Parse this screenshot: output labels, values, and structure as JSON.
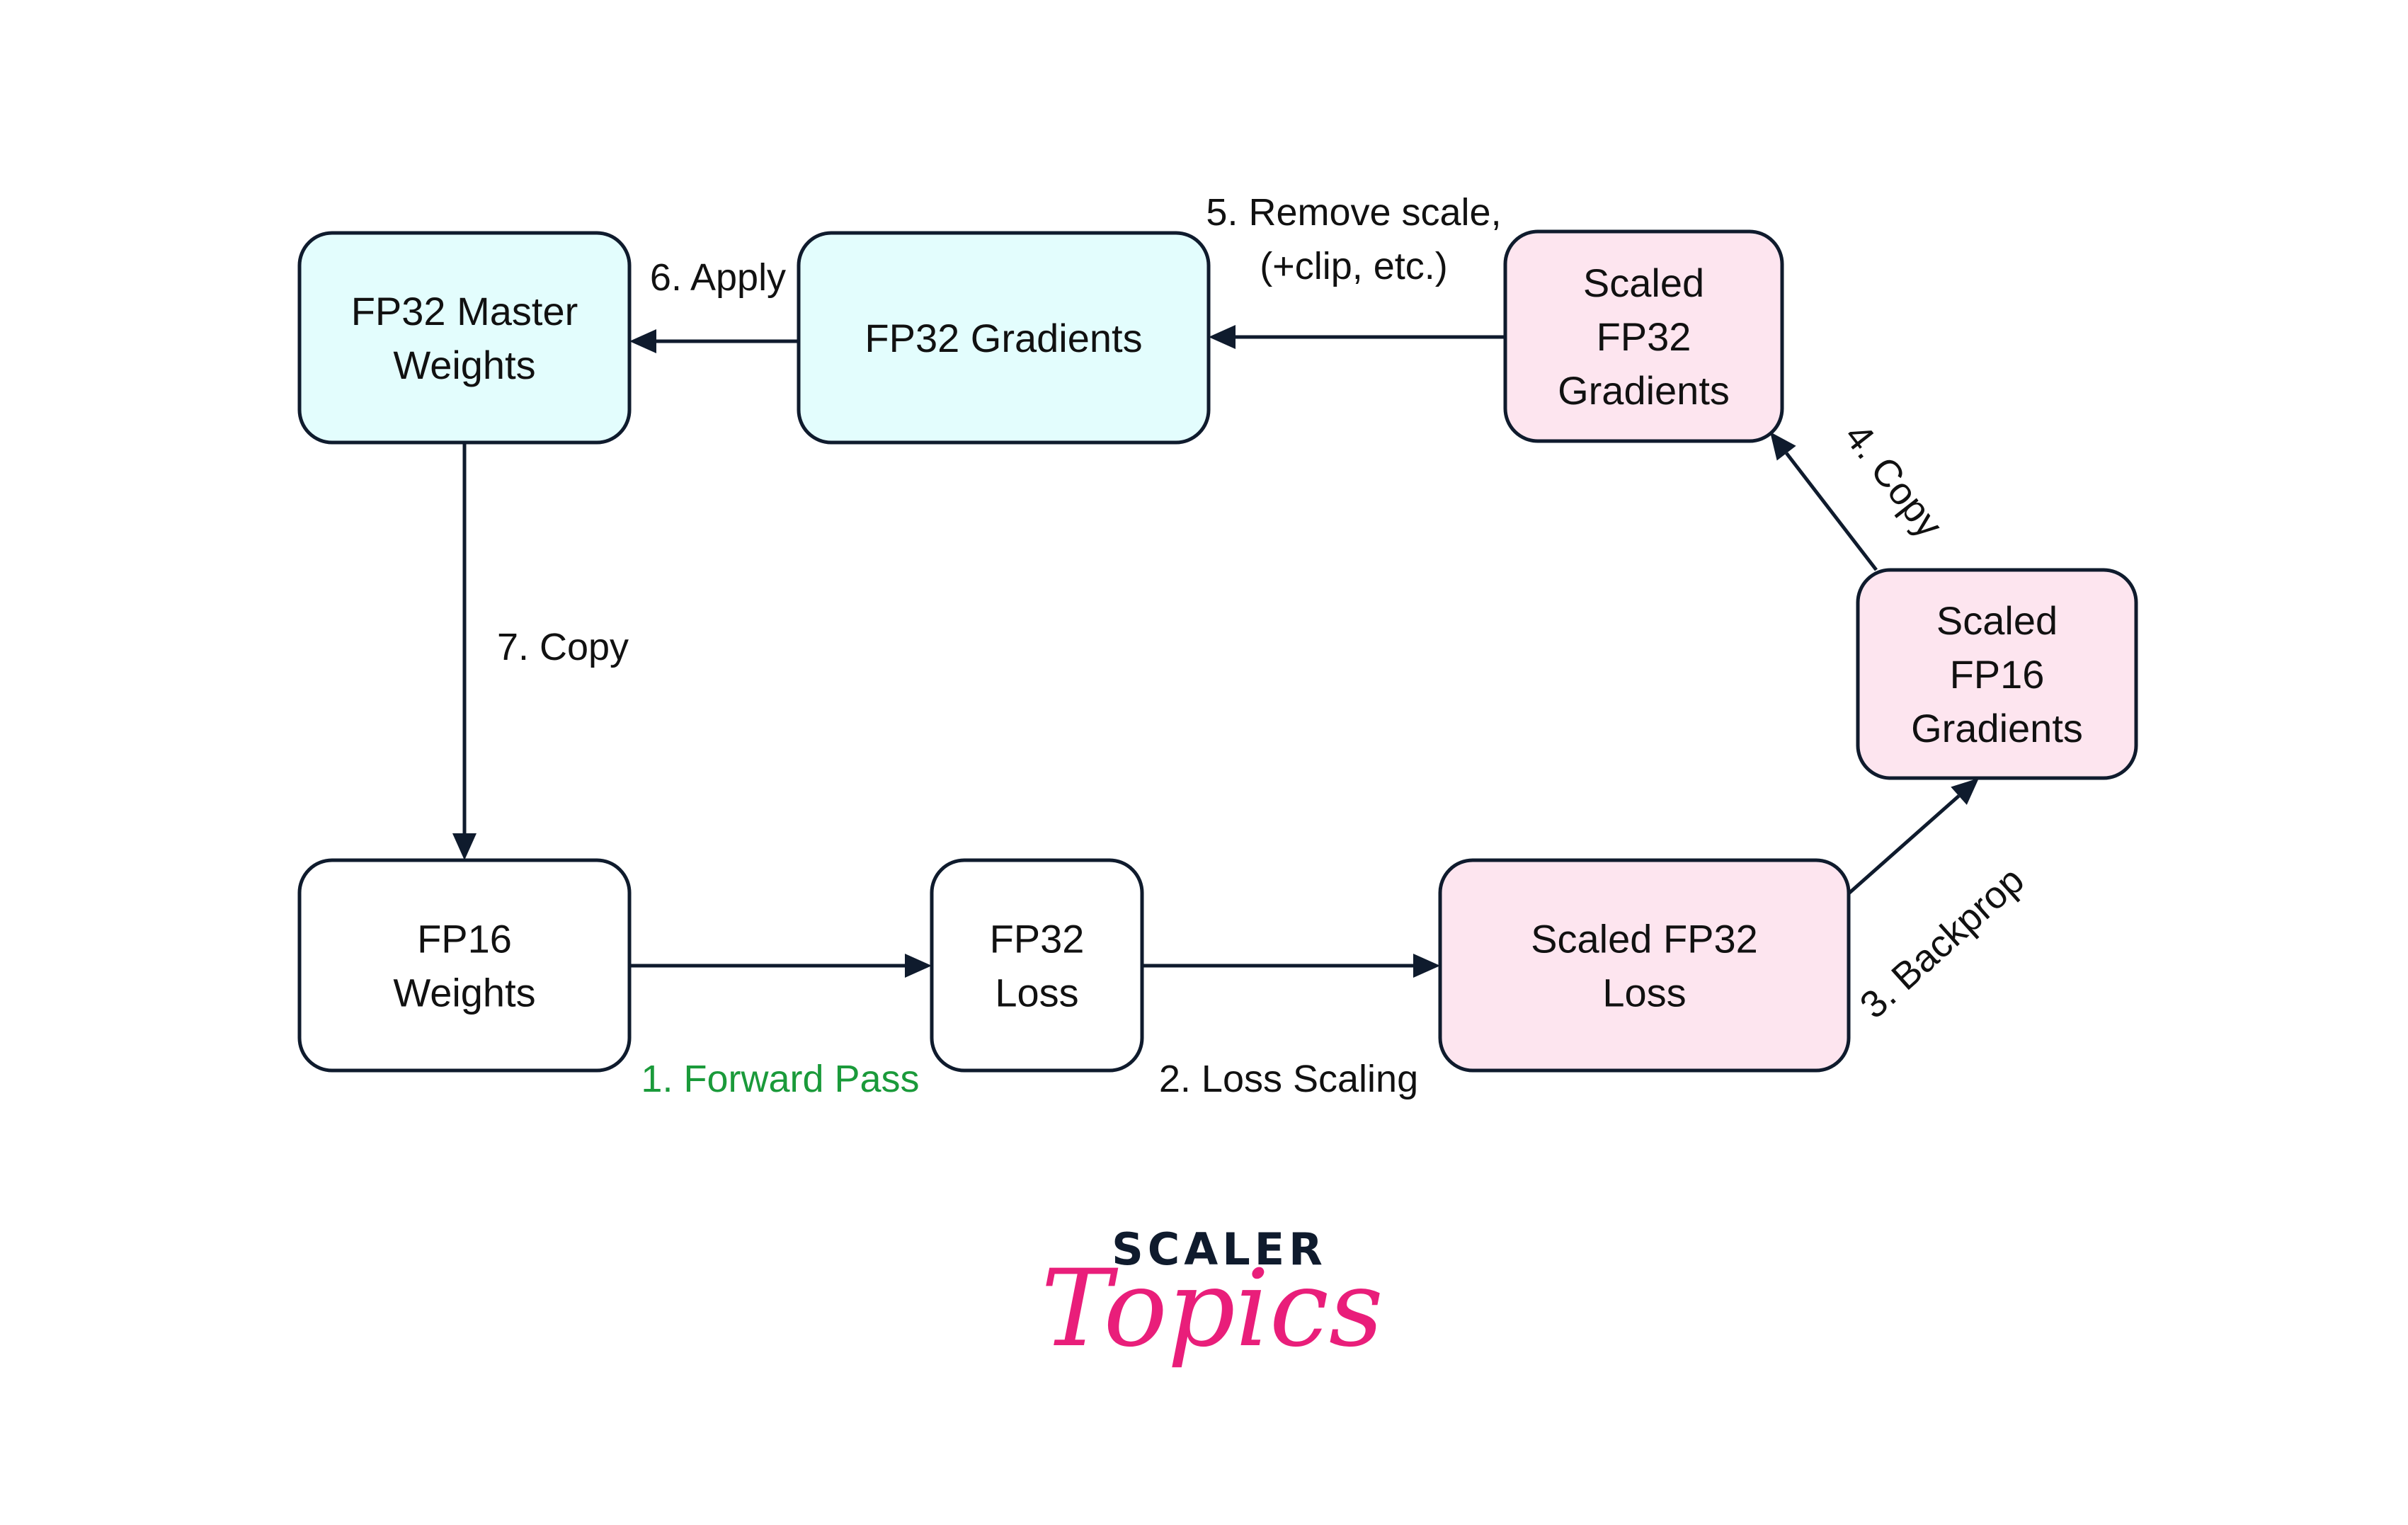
{
  "diagram": {
    "title": "Mixed precision training loop",
    "colors": {
      "fp32_master": "#e3fdfd",
      "scaled": "#fde5ef",
      "plain": "#ffffff",
      "stroke": "#0f1b2d",
      "step_highlight": "#1a9a3a",
      "logo_dark": "#0f1b2d",
      "logo_pink": "#e91e7a"
    },
    "nodes": {
      "fp32_master_weights": {
        "lines": [
          "FP32 Master",
          "Weights"
        ],
        "fill": "fp32_master"
      },
      "fp32_gradients": {
        "lines": [
          "FP32 Gradients"
        ],
        "fill": "fp32_master"
      },
      "scaled_fp32_gradients": {
        "lines": [
          "Scaled",
          "FP32",
          "Gradients"
        ],
        "fill": "scaled"
      },
      "scaled_fp16_gradients": {
        "lines": [
          "Scaled",
          "FP16",
          "Gradients"
        ],
        "fill": "scaled"
      },
      "scaled_fp32_loss": {
        "lines": [
          "Scaled FP32",
          "Loss"
        ],
        "fill": "scaled"
      },
      "fp32_loss": {
        "lines": [
          "FP32",
          "Loss"
        ],
        "fill": "plain"
      },
      "fp16_weights": {
        "lines": [
          "FP16",
          "Weights"
        ],
        "fill": "plain"
      }
    },
    "edges": [
      {
        "id": "step1",
        "from": "fp16_weights",
        "to": "fp32_loss",
        "label": [
          "1. Forward Pass"
        ],
        "highlight": true
      },
      {
        "id": "step2",
        "from": "fp32_loss",
        "to": "scaled_fp32_loss",
        "label": [
          "2. Loss Scaling"
        ],
        "highlight": false
      },
      {
        "id": "step3",
        "from": "scaled_fp32_loss",
        "to": "scaled_fp16_gradients",
        "label": [
          "3. Backprop"
        ],
        "highlight": false
      },
      {
        "id": "step4",
        "from": "scaled_fp16_gradients",
        "to": "scaled_fp32_gradients",
        "label": [
          "4. Copy"
        ],
        "highlight": false
      },
      {
        "id": "step5",
        "from": "scaled_fp32_gradients",
        "to": "fp32_gradients",
        "label": [
          "5. Remove scale,",
          "(+clip, etc.)"
        ],
        "highlight": false
      },
      {
        "id": "step6",
        "from": "fp32_gradients",
        "to": "fp32_master_weights",
        "label": [
          "6. Apply"
        ],
        "highlight": false
      },
      {
        "id": "step7",
        "from": "fp32_master_weights",
        "to": "fp16_weights",
        "label": [
          "7. Copy"
        ],
        "highlight": false
      }
    ]
  },
  "logo": {
    "top": "SCALER",
    "bottom": "Topics"
  }
}
